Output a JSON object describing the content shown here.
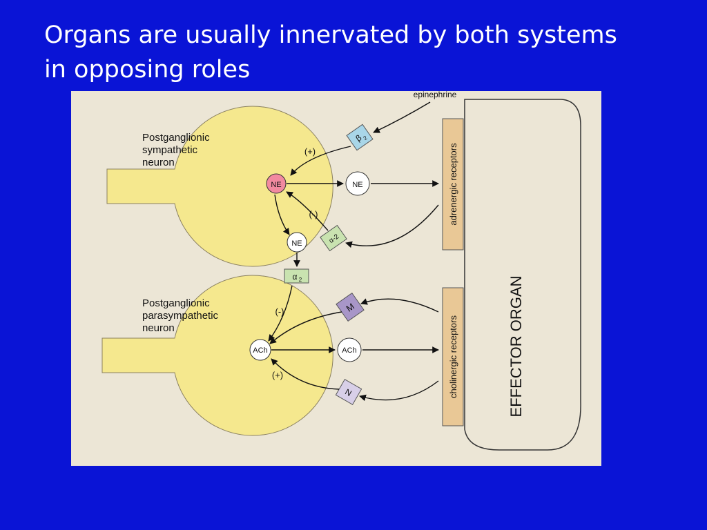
{
  "slide": {
    "title_line1": "Organs are usually innervated by both systems",
    "title_line2": "in opposing roles"
  },
  "diagram": {
    "epinephrine": "epinephrine",
    "sympathetic_label": [
      "Postganglionic",
      "sympathetic",
      "neuron"
    ],
    "parasympathetic_label": [
      "Postganglionic",
      "parasympathetic",
      "neuron"
    ],
    "ne_vesicle": "NE",
    "ne_release_top": "NE",
    "ne_release_bottom": "NE",
    "ach_vesicle": "ACh",
    "ach_release": "ACh",
    "receptor_beta2": "β",
    "receptor_beta2_sub": "2",
    "receptor_alpha2_upper": "α-2",
    "receptor_alpha2": "α",
    "receptor_alpha2_sub": "2",
    "receptor_m": "M",
    "receptor_n": "N",
    "sym_plus": "(+)",
    "sym_minus": "(-)",
    "para_minus": "(-)",
    "para_plus": "(+)",
    "adrenergic_receptors": "adrenergic receptors",
    "cholinergic_receptors": "cholinergic receptors",
    "effector_organ": "EFFECTOR ORGAN"
  },
  "colors": {
    "background": "#0a14d6",
    "paper": "#ece6d6",
    "neuron": "#f5e88e",
    "receptor_bar": "#e9c896",
    "ne_pink": "#f28aa0",
    "beta_blue": "#a9d6e8",
    "alpha_green": "#c9e3b0",
    "m_purple": "#a896c8",
    "n_lilac": "#d8cfe8"
  }
}
